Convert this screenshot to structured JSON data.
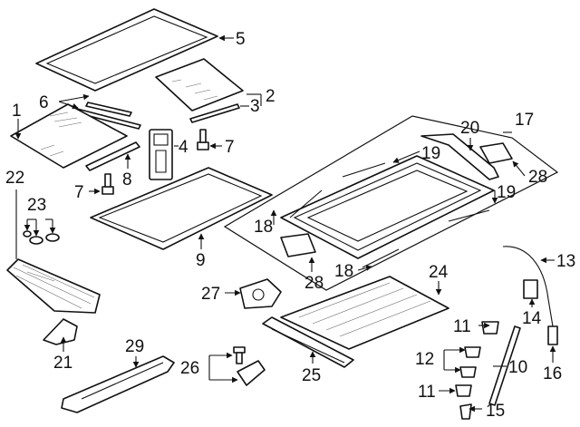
{
  "diagram": {
    "callouts": {
      "c1": "1",
      "c2": "2",
      "c3": "3",
      "c4": "4",
      "c5": "5",
      "c6": "6",
      "c7a": "7",
      "c7b": "7",
      "c8": "8",
      "c9": "9",
      "c10": "10",
      "c11a": "11",
      "c11b": "11",
      "c12": "12",
      "c13": "13",
      "c14": "14",
      "c15": "15",
      "c16": "16",
      "c17": "17",
      "c18a": "18",
      "c18b": "18",
      "c19a": "19",
      "c19b": "19",
      "c20": "20",
      "c21": "21",
      "c22": "22",
      "c23": "23",
      "c24": "24",
      "c25": "25",
      "c26": "26",
      "c27": "27",
      "c28a": "28",
      "c28b": "28",
      "c29": "29"
    }
  }
}
